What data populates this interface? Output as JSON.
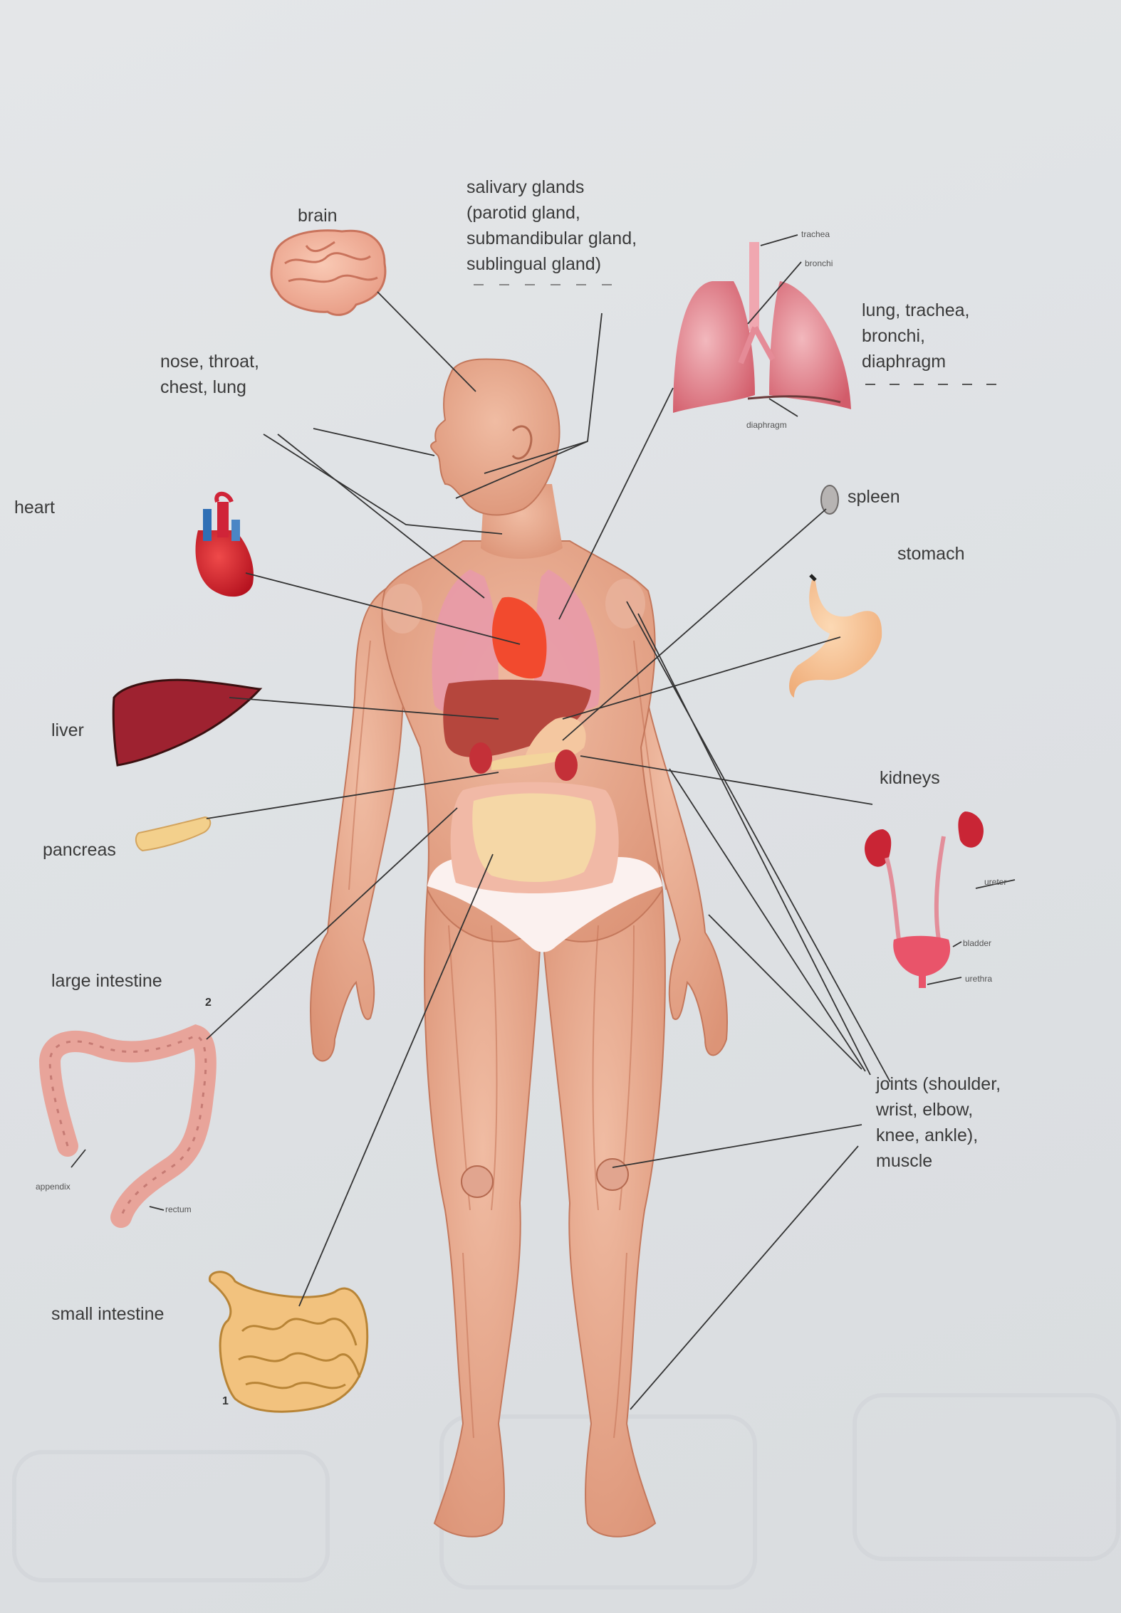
{
  "labels": {
    "brain": "brain",
    "salivary": "salivary glands\n(parotid gland,\nsubmandibular gland,\nsublingual gland)",
    "nose": "nose, throat,\nchest, lung",
    "heart": "heart",
    "lung": "lung, trachea,\nbronchi,\ndiaphragm",
    "spleen": "spleen",
    "stomach": "stomach",
    "liver": "liver",
    "pancreas": "pancreas",
    "kidneys": "kidneys",
    "large_intestine": "large intestine",
    "small_intestine": "small intestine",
    "joints": "joints (shoulder,\nwrist, elbow,\nknee, ankle),\nmuscle"
  },
  "small_labels": {
    "trachea": "trachea",
    "bronchi": "bronchi",
    "diaphragm": "diaphragm",
    "ureter": "ureter",
    "bladder": "bladder",
    "urethra": "urethra",
    "appendix": "appendix",
    "rectum": "rectum"
  },
  "markers": {
    "large_intestine_num": "2",
    "small_intestine_num": "1"
  },
  "colors": {
    "skin": "#e9ab8e",
    "muscle": "#dc9274",
    "organ_red": "#c8202e",
    "liver": "#9e2230",
    "lung": "#d9737e",
    "intestine": "#f0c985",
    "line": "#333333"
  }
}
